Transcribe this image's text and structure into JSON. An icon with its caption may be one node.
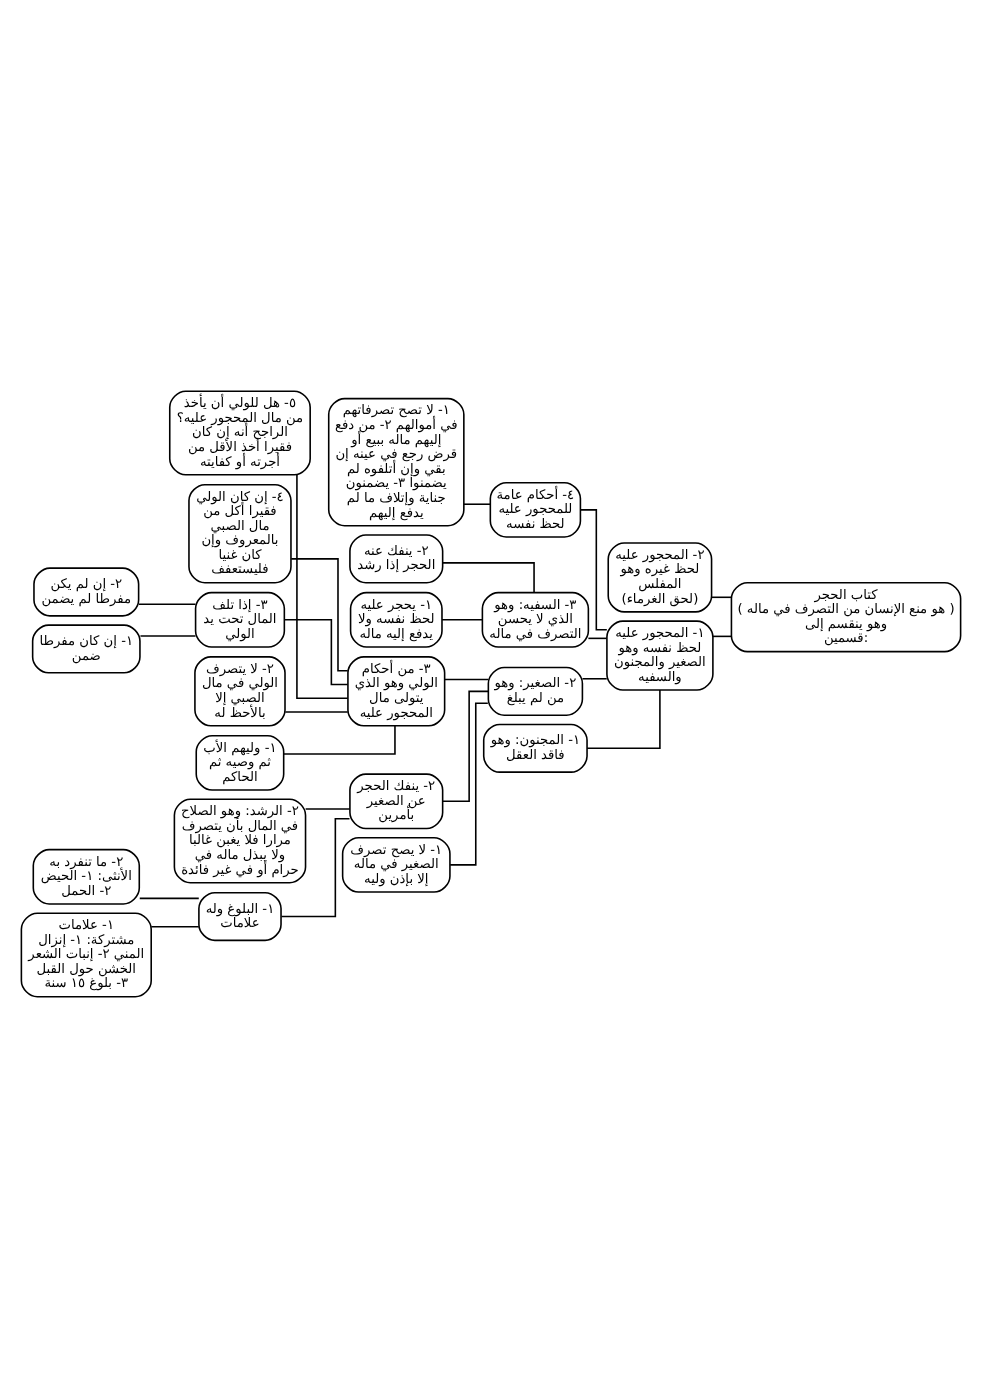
{
  "diagram": {
    "nodes": [
      {
        "text": [
          "كتاب الحجر ( هو منع الإنسان من التصرف في ماله ) وهو ينقسم إلى قسمين:"
        ]
      },
      {
        "text": [
          "٢- المحجور عليه لحظ غيره وهو المفلس (لحق الغرماء)"
        ]
      },
      {
        "text": [
          "١- المحجور عليه لحظ نفسه وهو الصغير والمجنون والسفيه"
        ]
      },
      {
        "text": [
          "٤- أحكام عامة للمحجور عليه لحظ نفسه"
        ]
      },
      {
        "text": [
          "١- لا تصح تصرفاتهم في أموالهم ٢- من دفع إليهم ماله ببيع أو قرض رجع في عينه إن بقي وإن أتلفوه لم يضمنوا ٣- يضمنون جناية وإتلاف ما لم يدفع إليهم"
        ]
      },
      {
        "text": [
          "٣- السفيه: وهو الذي لا يحسن التصرف في ماله"
        ]
      },
      {
        "text": [
          "٢- ينفك عنه الحجر إذا رشد"
        ]
      },
      {
        "text": [
          "١- يحجر عليه لحظ نفسه ولا يدفع إليه ماله"
        ]
      },
      {
        "text": [
          "٢- الصغير: وهو من لم يبلغ"
        ]
      },
      {
        "text": [
          "٣- من أحكام الولي وهو الذي يتولى مال المحجور عليه"
        ]
      },
      {
        "text": [
          "٥- هل للولي أن يأخذ من مال المحجور عليه؟ الراجح أنه إن كان فقيرا أخذ الأقل من أجرته أو كفايته"
        ]
      },
      {
        "text": [
          "٤- إن كان الولي فقيرا أكل من مال الصبي بالمعروف وإن كان غنيا فليستعفف"
        ]
      },
      {
        "text": [
          "٣- إذا تلف المال تحت يد الولي"
        ]
      },
      {
        "text": [
          "٢- إن لم يكن مفرطا لم يضمن"
        ]
      },
      {
        "text": [
          "١- إن كان مفرطا ضمن"
        ]
      },
      {
        "text": [
          "٢- لا يتصرف الولي في مال الصبي إلا بالأحظ له"
        ]
      },
      {
        "text": [
          "١- وليهم الأب ثم وصيه ثم الحاكم"
        ]
      },
      {
        "text": [
          "٢- ينفك الحجر عن الصغير بأمرين"
        ]
      },
      {
        "text": [
          "٢- الرشد: وهو الصلاح في المال بأن يتصرف مرارا فلا يغبن غالبا ولا يبذل ماله في حرام أو في غير فائدة"
        ]
      },
      {
        "text": [
          "١- البلوغ وله علامات"
        ]
      },
      {
        "text": [
          "٢- ما تنفرد به الأنثى: ١- الحيض ٢- الحمل"
        ]
      },
      {
        "text": [
          "١- علامات مشتركة: ١- إنزال المني ٢- إنبات الشعر الخشن حول القبل ٣- بلوغ ١٥ سنة"
        ]
      },
      {
        "text": [
          "١- لا يصح تصرف الصغير في ماله إلا بإذن وليه"
        ]
      },
      {
        "text": [
          "١- المجنون: وهو فاقد العقل"
        ]
      }
    ],
    "edges": [
      {
        "from": 0,
        "to": 1,
        "arrow": "none"
      },
      {
        "from": 0,
        "to": 2,
        "arrow": "none"
      },
      {
        "from": 2,
        "to": 3,
        "arrow": "none"
      },
      {
        "from": 3,
        "to": 4,
        "arrow": "none"
      },
      {
        "from": 2,
        "to": 5,
        "arrow": "none"
      },
      {
        "from": 5,
        "to": 6,
        "arrow": "none"
      },
      {
        "from": 5,
        "to": 7,
        "arrow": "none"
      },
      {
        "from": 2,
        "to": 8,
        "arrow": "none"
      },
      {
        "from": 8,
        "to": 9,
        "arrow": "none"
      },
      {
        "from": 9,
        "to": 10,
        "arrow": "none"
      },
      {
        "from": 9,
        "to": 11,
        "arrow": "none"
      },
      {
        "from": 9,
        "to": 12,
        "arrow": "none"
      },
      {
        "from": 12,
        "to": 13,
        "arrow": "none"
      },
      {
        "from": 12,
        "to": 14,
        "arrow": "none"
      },
      {
        "from": 9,
        "to": 15,
        "arrow": "none"
      },
      {
        "from": 9,
        "to": 16,
        "arrow": "none"
      },
      {
        "from": 8,
        "to": 17,
        "arrow": "none"
      },
      {
        "from": 17,
        "to": 18,
        "arrow": "none"
      },
      {
        "from": 17,
        "to": 19,
        "arrow": "none"
      },
      {
        "from": 19,
        "to": 20,
        "arrow": "none"
      },
      {
        "from": 19,
        "to": 21,
        "arrow": "none"
      },
      {
        "from": 8,
        "to": 22,
        "arrow": "none"
      },
      {
        "from": 2,
        "to": 23,
        "arrow": "none"
      }
    ]
  }
}
